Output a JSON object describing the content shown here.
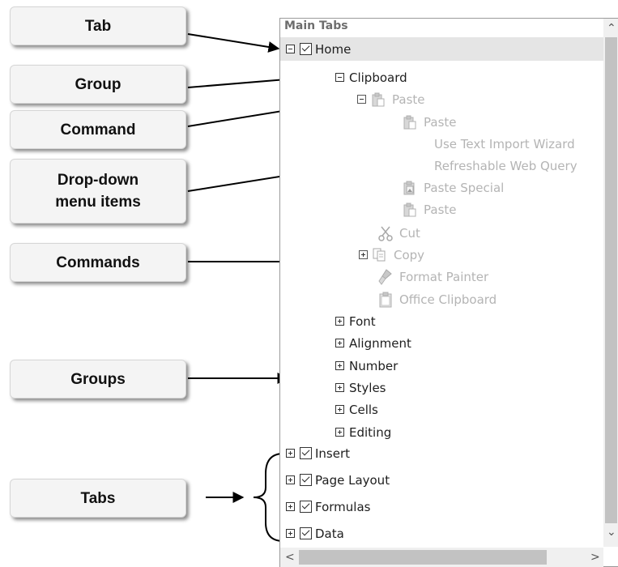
{
  "callouts": {
    "tab": "Tab",
    "group": "Group",
    "command": "Command",
    "dropdown_line1": "Drop-down",
    "dropdown_line2": "menu items",
    "commands": "Commands",
    "groups": "Groups",
    "tabs": "Tabs"
  },
  "panel": {
    "header": "Main Tabs",
    "home": "Home",
    "clipboard": "Clipboard",
    "paste_command": "Paste",
    "dropdown_items": [
      "Paste",
      "Use Text Import Wizard",
      "Refreshable Web Query",
      "Paste Special",
      "Paste"
    ],
    "commands": [
      "Cut",
      "Copy",
      "Format Painter",
      "Office Clipboard"
    ],
    "groups": [
      "Font",
      "Alignment",
      "Number",
      "Styles",
      "Cells",
      "Editing"
    ],
    "tabs": [
      "Insert",
      "Page Layout",
      "Formulas",
      "Data"
    ]
  },
  "scrollbar": {
    "up": "⌃",
    "down": "⌄",
    "left": "<",
    "right": ">"
  }
}
